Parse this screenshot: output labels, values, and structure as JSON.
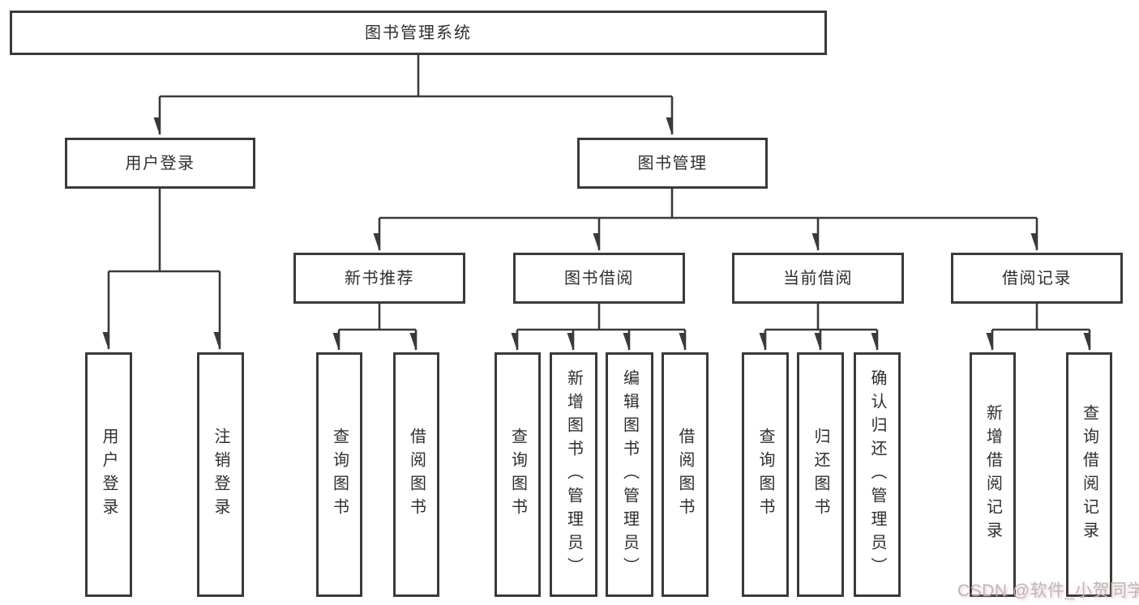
{
  "diagram": {
    "root": {
      "label": "图书管理系统"
    },
    "branches": [
      {
        "label": "用户登录",
        "children": [
          {
            "label": "用户登录"
          },
          {
            "label": "注销登录"
          }
        ]
      },
      {
        "label": "图书管理",
        "children": [
          {
            "label": "新书推荐",
            "children": [
              {
                "label": "查询图书"
              },
              {
                "label": "借阅图书"
              }
            ]
          },
          {
            "label": "图书借阅",
            "children": [
              {
                "label": "查询图书"
              },
              {
                "label": "新增图书（管理员）"
              },
              {
                "label": "编辑图书（管理员）"
              },
              {
                "label": "借阅图书"
              }
            ]
          },
          {
            "label": "当前借阅",
            "children": [
              {
                "label": "查询图书"
              },
              {
                "label": "归还图书"
              },
              {
                "label": "确认归还（管理员）"
              }
            ]
          },
          {
            "label": "借阅记录",
            "children": [
              {
                "label": "新增借阅记录"
              },
              {
                "label": "查询借阅记录"
              }
            ]
          }
        ]
      }
    ],
    "watermark": {
      "text": "CSDN @软件_小贺同学"
    },
    "colors": {
      "line": "#3a3a3a",
      "text": "#2e2e2e",
      "box_background": "#ffffff",
      "watermark": "#b9b9b9"
    }
  }
}
